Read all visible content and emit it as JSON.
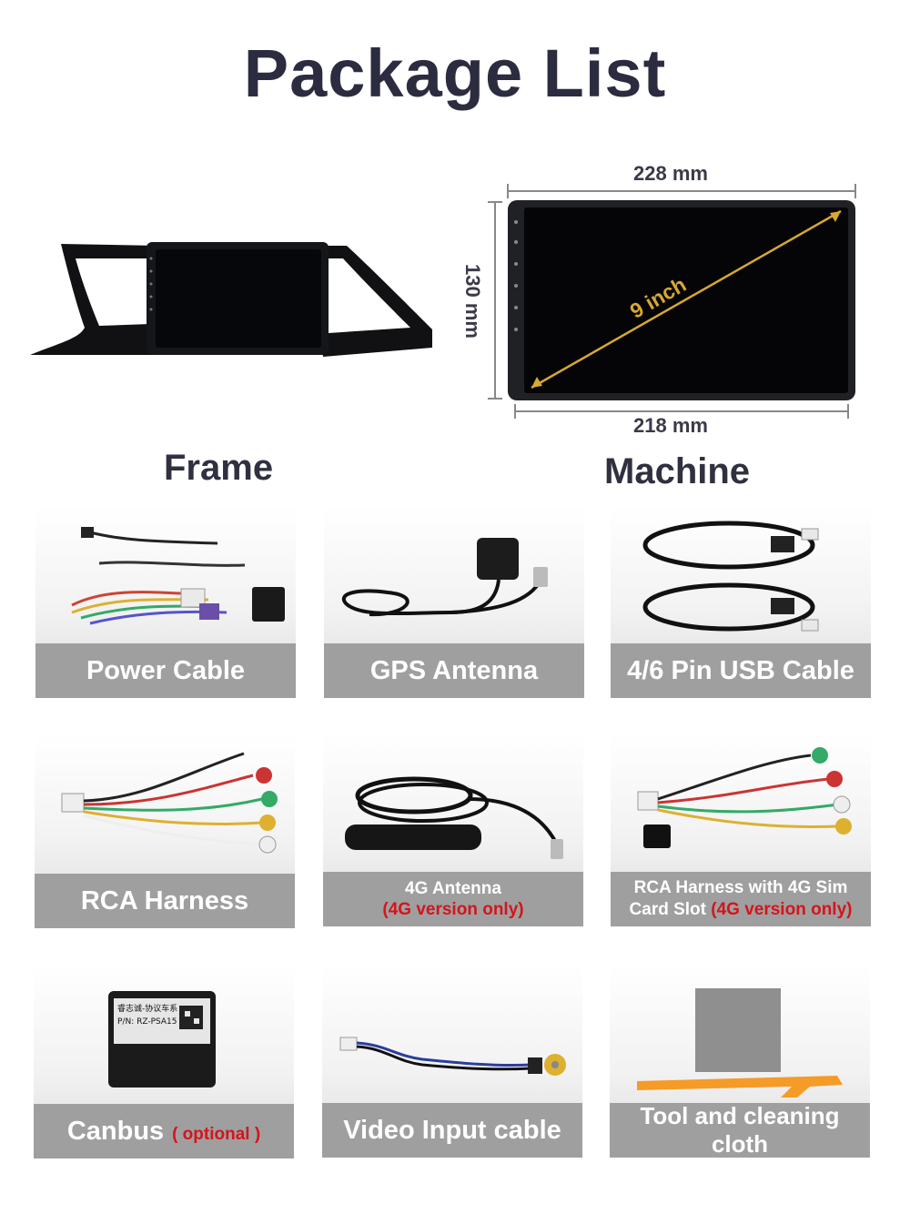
{
  "title": "Package List",
  "labels": {
    "frame": "Frame",
    "machine": "Machine"
  },
  "machine_dimensions": {
    "top_width": "228 mm",
    "bottom_width": "218 mm",
    "height": "130 mm",
    "diagonal": "9 inch"
  },
  "items": [
    {
      "name": "Power Cable"
    },
    {
      "name": "GPS Antenna"
    },
    {
      "name": "4/6 Pin USB Cable"
    },
    {
      "name": "RCA Harness"
    },
    {
      "name": "4G Antenna",
      "note": "(4G version only)"
    },
    {
      "name_line1": "RCA Harness with 4G Sim",
      "name_line2": "Card Slot",
      "note": "(4G version only)"
    },
    {
      "name": "Canbus",
      "note": "( optional )"
    },
    {
      "name": "Video Input cable"
    },
    {
      "name": "Tool and cleaning cloth"
    }
  ],
  "canbus_label": {
    "line1": "睿志诚-协议车系",
    "line2": "P/N: RZ-PSA15"
  },
  "colors": {
    "banner": "#9f9f9f",
    "note_red": "#d4141c",
    "title": "#2c2c40",
    "dimension_arrow": "#d8a830"
  }
}
